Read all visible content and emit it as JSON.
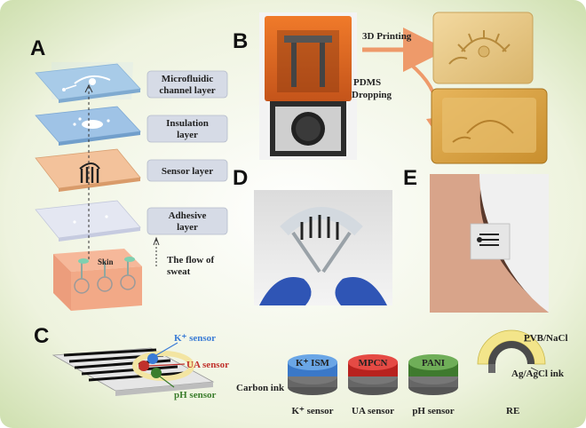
{
  "panels": {
    "a": "A",
    "b": "B",
    "c": "C",
    "d": "D",
    "e": "E"
  },
  "panel_a": {
    "layers": [
      {
        "line1": "Microfluidic",
        "line2": "channel layer"
      },
      {
        "line1": "Insulation",
        "line2": "layer"
      },
      {
        "line1": "Sensor layer",
        "line2": ""
      },
      {
        "line1": "Adhesive",
        "line2": "layer"
      }
    ],
    "skin_label": "Skin",
    "flow_line1": "The flow of",
    "flow_line2": "sweat"
  },
  "panel_b": {
    "step1": "3D Printing",
    "step2_line1": "PDMS",
    "step2_line2": "Dropping"
  },
  "panel_c": {
    "k_label": "K⁺ sensor",
    "ua_label": "UA sensor",
    "ph_label": "pH sensor",
    "carbon_ink": "Carbon ink",
    "electrodes": [
      {
        "top": "K⁺ ISM",
        "bottom": "K⁺ sensor",
        "color": "#4a90d9"
      },
      {
        "top": "MPCN",
        "bottom": "UA sensor",
        "color": "#d9302c"
      },
      {
        "top": "PANI",
        "bottom": "pH sensor",
        "color": "#3e8a3a"
      }
    ],
    "re_top": "PVB/NaCl",
    "re_bottom": "Ag/AgCl ink",
    "re_label": "RE"
  },
  "colors": {
    "background": "#eef3de",
    "layer_blue": "#bcd8ee",
    "layer_orange": "#f3c29b",
    "label_box": "#d6dbe6",
    "k_color": "#3a7bd5",
    "ua_color": "#c0302b",
    "ph_color": "#3b7d2c"
  }
}
